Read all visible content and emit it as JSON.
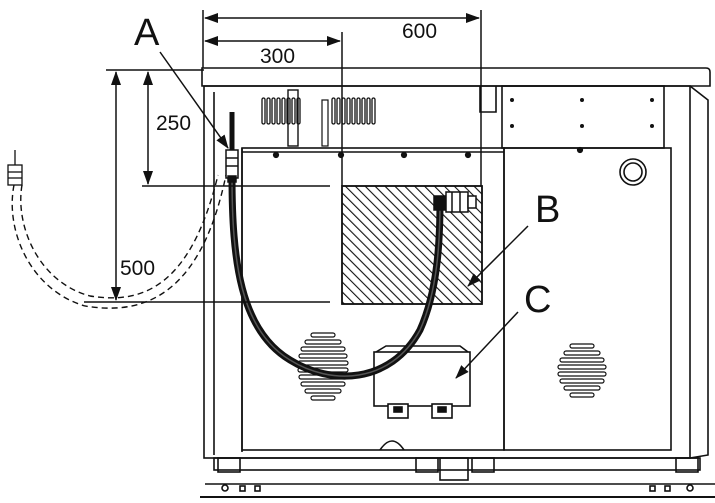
{
  "labels": {
    "a": "A",
    "b": "B",
    "c": "C"
  },
  "dimensions": {
    "horizontal_600": "600",
    "horizontal_300": "300",
    "vertical_250": "250",
    "vertical_500": "500"
  },
  "colors": {
    "line": "#111111",
    "background": "#ffffff"
  }
}
